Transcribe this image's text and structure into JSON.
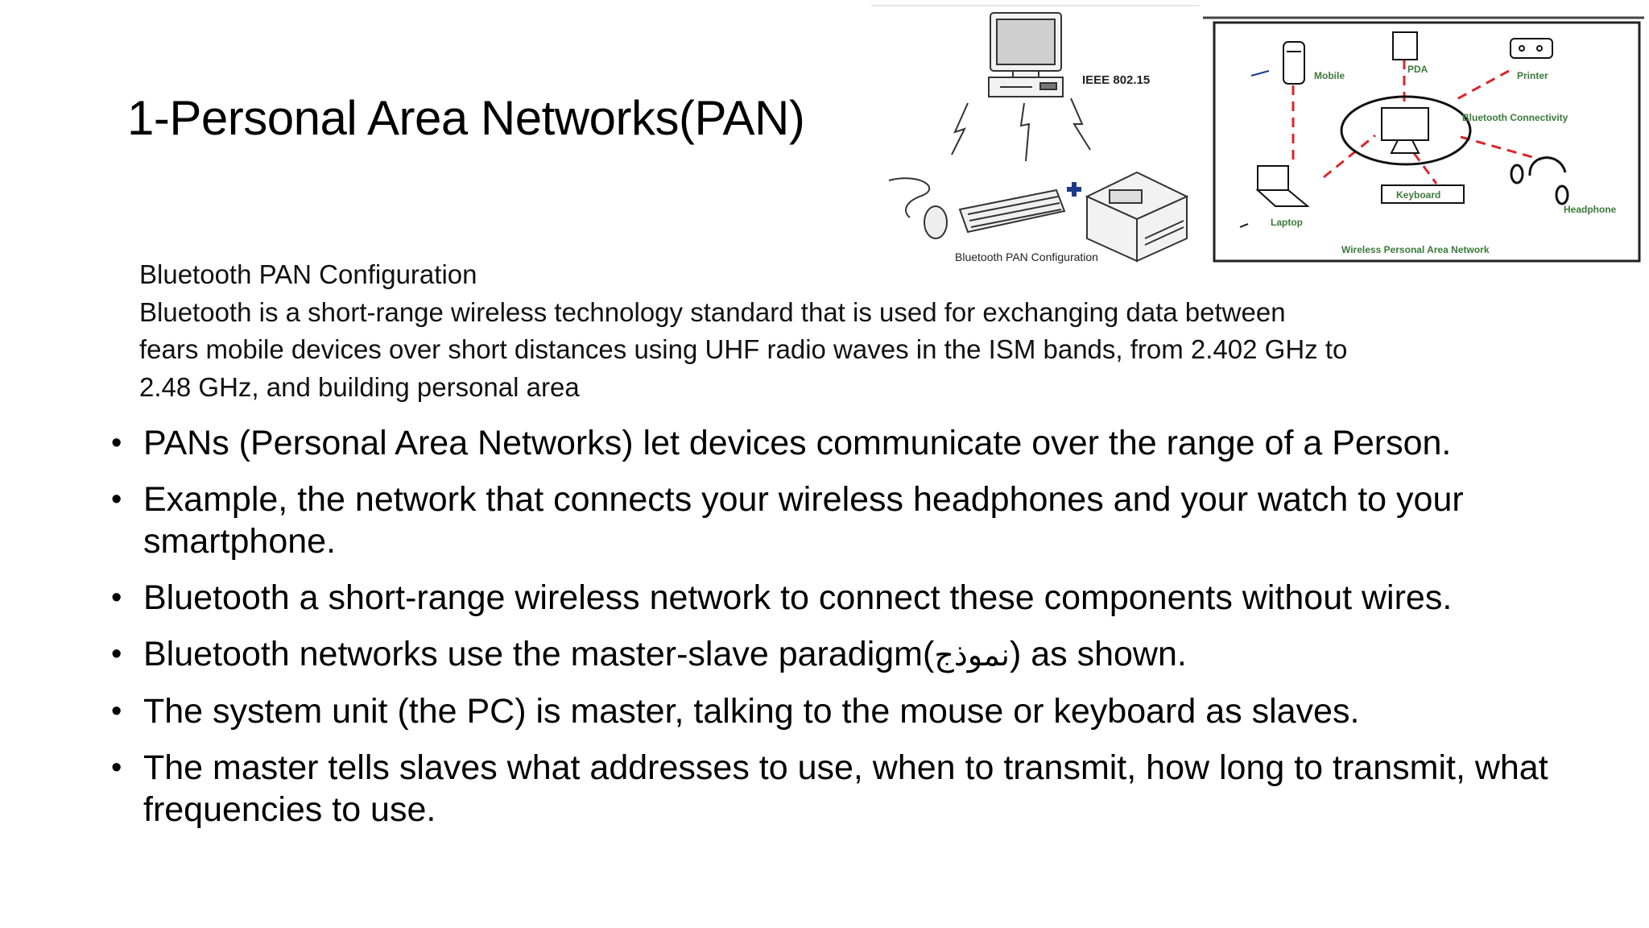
{
  "slide": {
    "title": "1-Personal Area Networks(PAN)",
    "figure_left": {
      "standard_label": "IEEE 802.15",
      "caption": "Bluetooth PAN Configuration"
    },
    "figure_right": {
      "labels": {
        "mobile": "Mobile",
        "pda": "PDA",
        "printer": "Printer",
        "bluetooth_connectivity": "Bluetooth Connectivity",
        "laptop": "Laptop",
        "keyboard": "Keyboard",
        "headphone": "Headphone",
        "caption": "Wireless Personal Area Network"
      },
      "link_color": "#d9262c"
    },
    "config_text": {
      "heading": "Bluetooth PAN Configuration",
      "line1": "Bluetooth is a short-range wireless technology standard that is used for exchanging data between",
      "line2": "fears mobile devices over short distances using UHF radio waves in the ISM bands, from 2.402 GHz to",
      "line3": "2.48 GHz, and building personal area"
    },
    "bullets": [
      {
        "text": "PANs (Personal Area Networks) let devices communicate over the range of a Person."
      },
      {
        "text": "Example, the network that connects your wireless headphones and your watch to your smartphone."
      },
      {
        "text": "Bluetooth a short-range wireless network to connect these components without wires."
      },
      {
        "text_before": "Bluetooth networks use the master-slave paradigm(",
        "arabic": "نموذج",
        "text_after": ") as shown."
      },
      {
        "text": "The system unit (the PC) is master, talking to the mouse or keyboard as slaves."
      },
      {
        "text": "The master tells slaves what addresses to use, when to transmit, how long to transmit, what frequencies to use."
      }
    ]
  }
}
